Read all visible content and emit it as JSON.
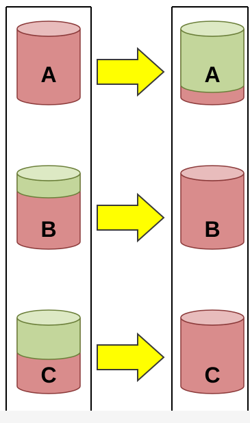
{
  "colors": {
    "red_body": "#d98c8c",
    "red_top": "#e8bcbc",
    "green_body": "#c3d69b",
    "green_top": "#dde9c4",
    "cyl_stroke": "#8b3a3a",
    "green_stroke": "#6b7f3a",
    "arrow_fill": "#ffff00",
    "arrow_stroke": "#3a3a3a",
    "panel_stroke": "#000000"
  },
  "diagram": {
    "before": [
      {
        "label": "A",
        "green_fraction": 0.0
      },
      {
        "label": "B",
        "green_fraction": 0.25
      },
      {
        "label": "C",
        "green_fraction": 0.5
      }
    ],
    "after": [
      {
        "label": "A",
        "green_fraction": 0.82
      },
      {
        "label": "B",
        "green_fraction": 0.0
      },
      {
        "label": "C",
        "green_fraction": 0.0
      }
    ],
    "arrow_icon": "right-arrow-icon"
  }
}
